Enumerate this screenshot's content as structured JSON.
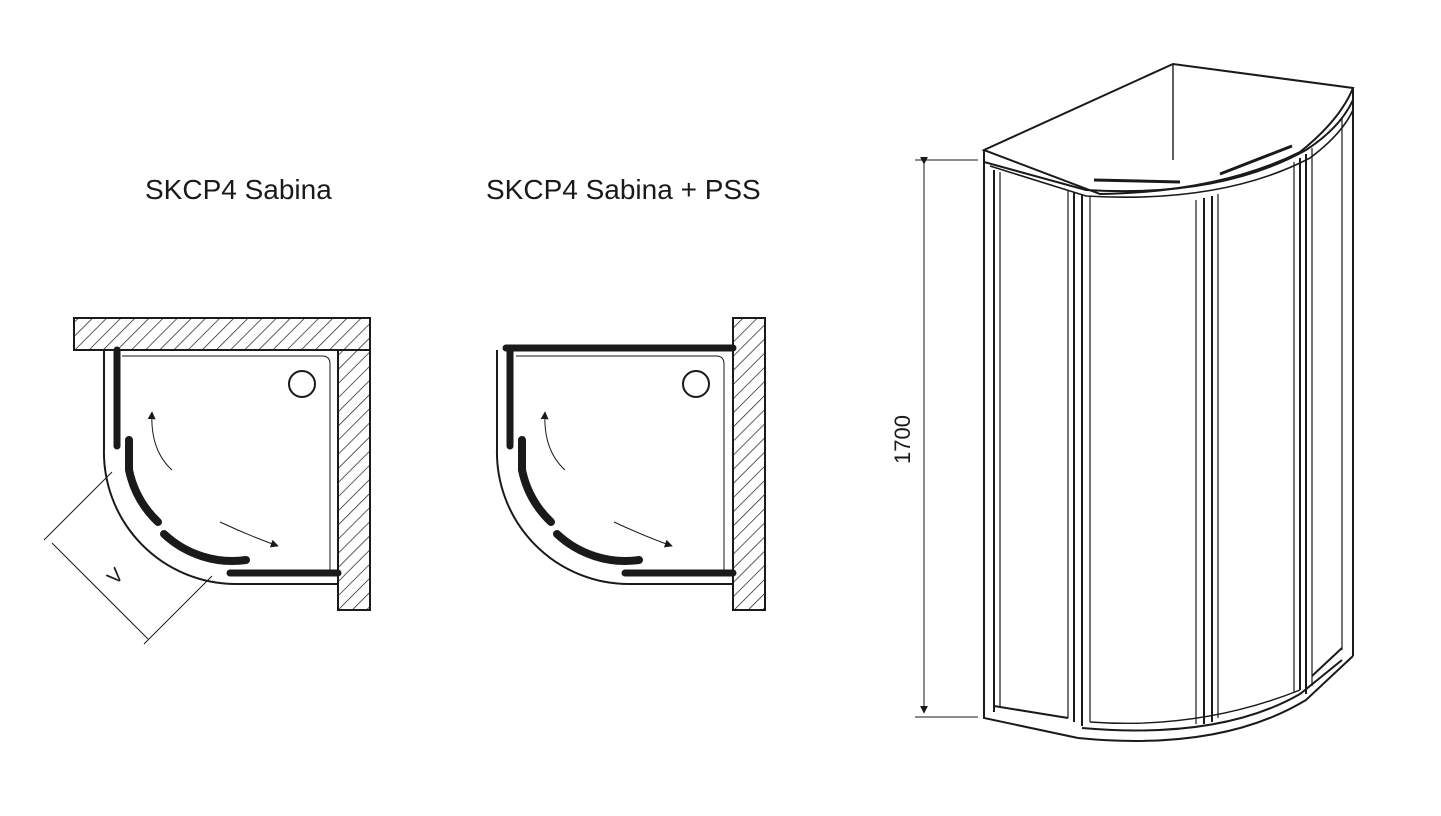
{
  "plans": [
    {
      "title": "SKCP4 Sabina",
      "dimension_label": "V"
    },
    {
      "title": "SKCP4 Sabina + PSS"
    }
  ],
  "elevation": {
    "height_label": "1700"
  },
  "colors": {
    "line": "#1a1a1a",
    "background": "#ffffff"
  }
}
